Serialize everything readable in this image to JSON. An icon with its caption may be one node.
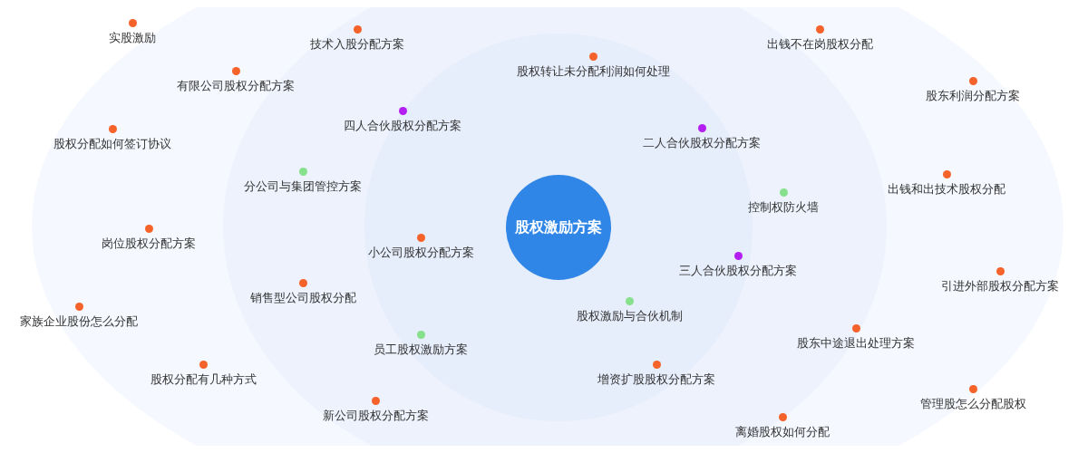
{
  "diagram": {
    "nodes": [
      {
        "text": [
          "股权激励方案"
        ]
      }
    ],
    "labels": [
      "实股激励",
      "技术入股分配方案",
      "出钱不在岗股权分配",
      "股权转让未分配利润如何处理",
      "有限公司股权分配方案",
      "股东利润分配方案",
      "四人合伙股权分配方案",
      "股权分配如何签订协议",
      "二人合伙股权分配方案",
      "分公司与集团管控方案",
      "出钱和出技术股权分配",
      "控制权防火墙",
      "岗位股权分配方案",
      "小公司股权分配方案",
      "三人合伙股权分配方案",
      "引进外部股权分配方案",
      "销售型公司股权分配",
      "股权激励与合伙机制",
      "家族企业股份怎么分配",
      "股东中途退出处理方案",
      "员工股权激励方案",
      "股权分配有几种方式",
      "增资扩股股权分配方案",
      "管理股怎么分配股权",
      "新公司股权分配方案",
      "离婚股权如何分配"
    ]
  }
}
